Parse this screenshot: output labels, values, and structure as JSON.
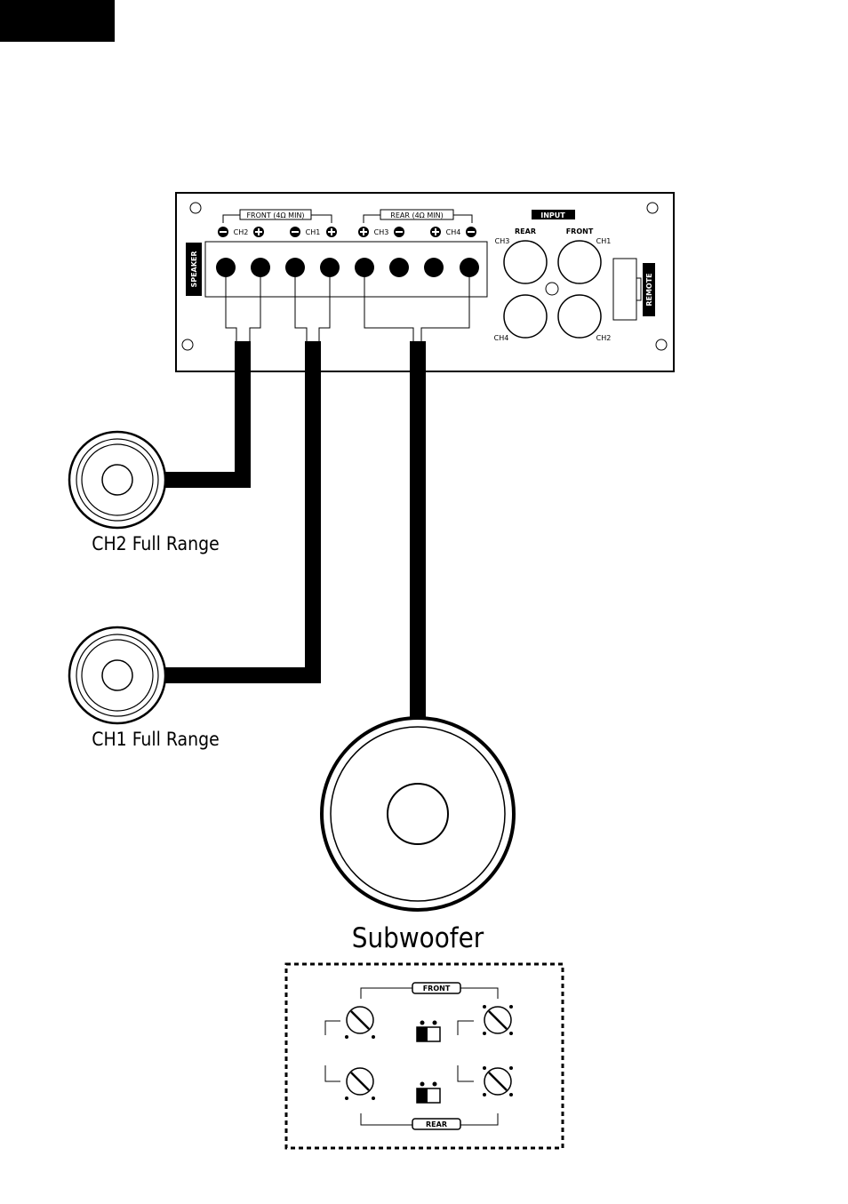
{
  "header_block_color": "#000000",
  "amplifier": {
    "front_group_label": "FRONT (4Ω MIN)",
    "rear_group_label": "REAR (4Ω MIN)",
    "terminal_labels": [
      "CH2",
      "CH1",
      "CH3",
      "CH4"
    ],
    "speaker_label": "SPEAKER",
    "input_label": "INPUT",
    "rear_label": "REAR",
    "front_label": "FRONT",
    "remote_label": "REMOTE",
    "rca_channel_labels": [
      "CH3",
      "CH1",
      "CH4",
      "CH2"
    ]
  },
  "speakers": {
    "ch2_caption": "CH2 Full Range",
    "ch1_caption": "CH1 Full Range",
    "sub_caption": "Subwoofer"
  },
  "controls_panel": {
    "front_label": "FRONT",
    "rear_label": "REAR"
  }
}
